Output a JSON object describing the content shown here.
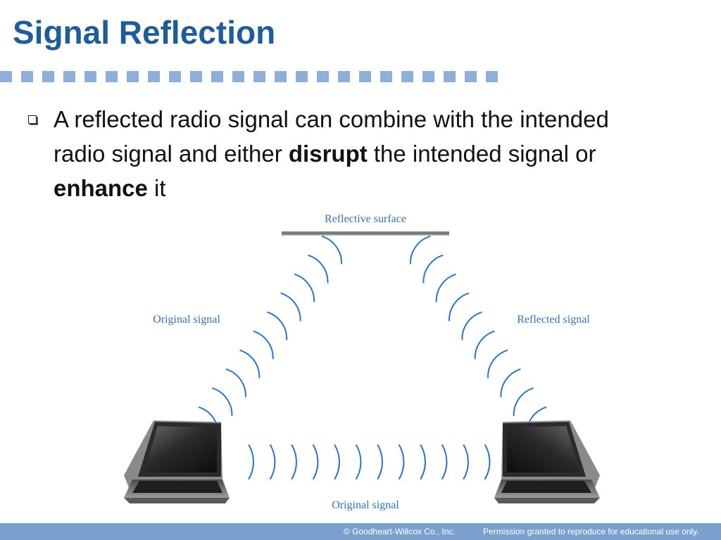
{
  "slide": {
    "title": "Signal Reflection",
    "bullet": {
      "parts": [
        "A reflected radio signal can combine with the intended radio signal and either ",
        "disrupt",
        " the intended signal or ",
        "enhance",
        " it"
      ]
    }
  },
  "diagram": {
    "labels": {
      "reflective_surface": "Reflective surface",
      "original_signal_left": "Original signal",
      "reflected_signal": "Reflected signal",
      "original_signal_bottom": "Original signal"
    }
  },
  "footer": {
    "copyright": "© Goodheart-Willcox Co., Inc.",
    "permission": "Permission granted to reproduce for educational use only."
  },
  "colors": {
    "title": "#1F5C99",
    "accent_dots": "#8FAFD8",
    "footer_bar": "#7BA0CD",
    "wave": "#2F73C0"
  }
}
